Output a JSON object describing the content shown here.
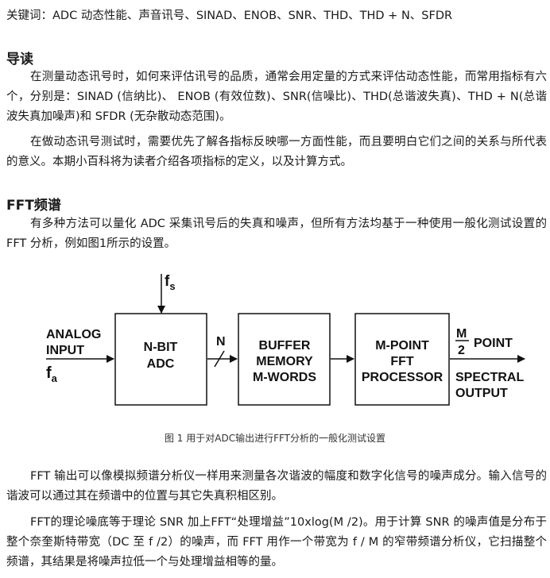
{
  "keywords": "关键词：ADC 动态性能、声音讯号、SINAD、ENOB、SNR、THD、THD + N、SFDR",
  "section1": {
    "heading": "导读",
    "p1": "在测量动态讯号时，如何来评估讯号的品质，通常会用定量的方式来评估动态性能，而常用指标有六个，分别是：SINAD (信纳比)、 ENOB (有效位数)、SNR(信噪比)、THD(总谐波失真)、THD + N(总谐波失真加噪声)和 SFDR (无杂散动态范围)。",
    "p2": "在做动态讯号测试时，需要优先了解各指标反映哪一方面性能，而且要明白它们之间的关系与所代表的意义。本期小百科将为读者介绍各项指标的定义，以及计算方式。"
  },
  "section2": {
    "heading": "FFT频谱",
    "p1": "有多种方法可以量化 ADC 采集讯号后的失真和噪声，但所有方法均基于一种使用一般化测试设置的FFT 分析，例如图1所示的设置。",
    "p2": "FFT 输出可以像模拟频谱分析仪一样用来测量各次谐波的幅度和数字化信号的噪声成分。输入信号的谐波可以通过其在频谱中的位置与其它失真积相区别。",
    "p3": "FFT的理论噪底等于理论 SNR 加上FFT“处理增益”10xlog(M /2)。用于计算 SNR 的噪声值是分布于整个奈奎斯特带宽（DC 至 f /2）的噪声，而 FFT 用作一个带宽为 f / M 的窄带频谱分析仪，它扫描整个频谱，其结果是将噪声拉低一个与处理增益相等的量。"
  },
  "figure": {
    "caption": "图 1  用于对ADC输出进行FFT分析的一般化测试设置",
    "fs_main": "f",
    "fs_sub": "s",
    "input_line1": "ANALOG",
    "input_line2": "INPUT",
    "fa_main": "f",
    "fa_sub": "a",
    "n_label": "N",
    "adc_line1": "N-BIT",
    "adc_line2": "ADC",
    "buffer_line1": "BUFFER",
    "buffer_line2": "MEMORY",
    "buffer_line3": "M-WORDS",
    "fft_line1": "M-POINT",
    "fft_line2": "FFT",
    "fft_line3": "PROCESSOR",
    "out_frac_num": "M",
    "out_frac_den": "2",
    "out_point": "POINT",
    "out_line2": "SPECTRAL",
    "out_line3": "OUTPUT"
  }
}
